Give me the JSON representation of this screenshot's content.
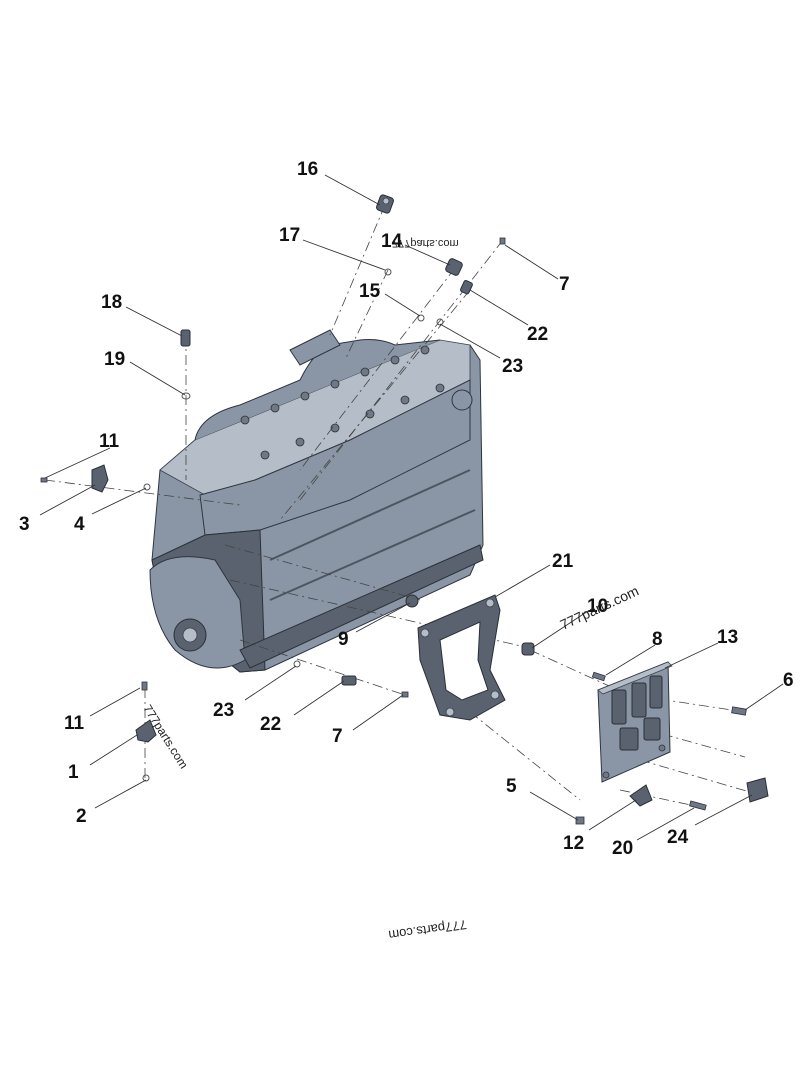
{
  "watermarks": [
    "777parts.com",
    "777parts.com",
    "777parts.com",
    "777parts.com"
  ],
  "callouts": {
    "c1": "1",
    "c2": "2",
    "c3": "3",
    "c4": "4",
    "c5": "5",
    "c6": "6",
    "c7a": "7",
    "c7b": "7",
    "c8": "8",
    "c9": "9",
    "c10": "10",
    "c11a": "11",
    "c11b": "11",
    "c12": "12",
    "c13": "13",
    "c14": "14",
    "c15": "15",
    "c16": "16",
    "c17": "17",
    "c18": "18",
    "c19": "19",
    "c20": "20",
    "c21": "21",
    "c22a": "22",
    "c22b": "22",
    "c23a": "23",
    "c23b": "23",
    "c24": "24"
  }
}
